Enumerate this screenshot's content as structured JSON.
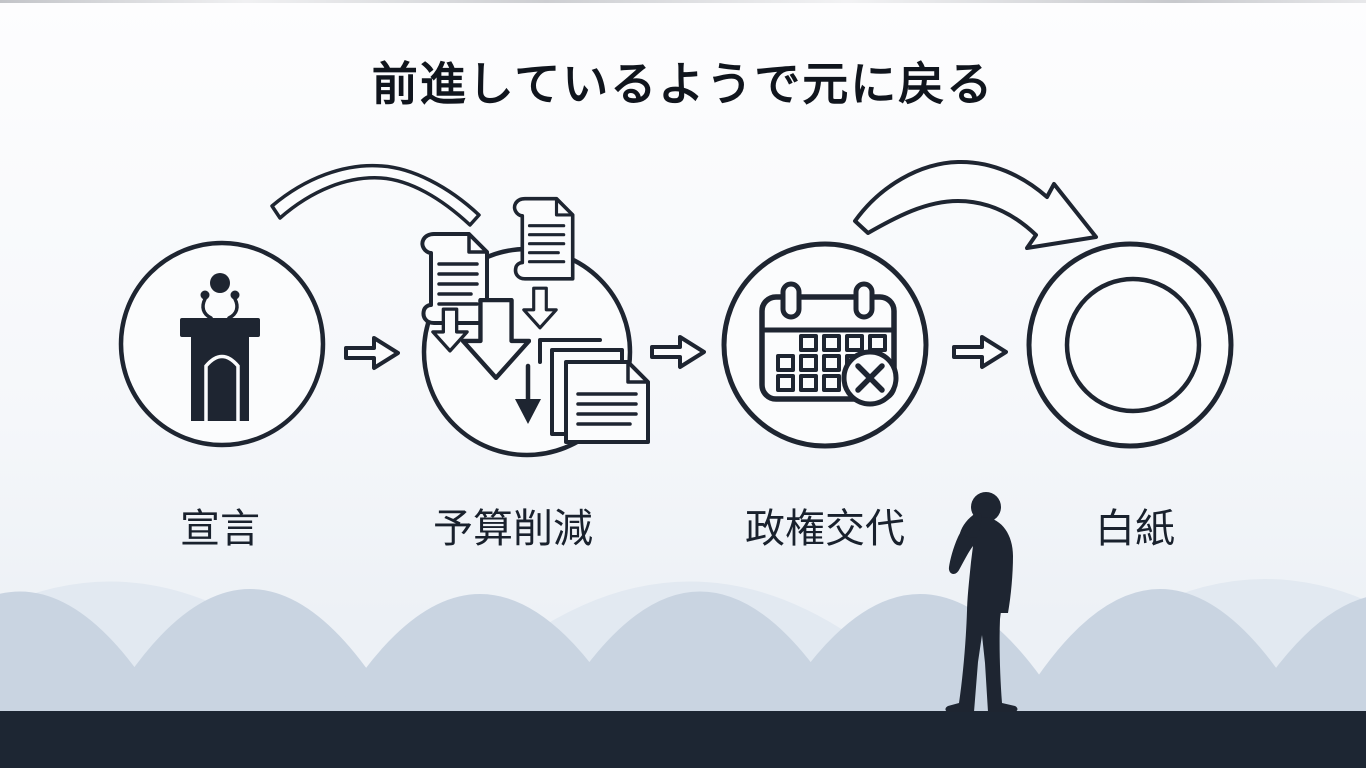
{
  "slide": {
    "title": "前進しているようで元に戻る"
  },
  "steps": [
    {
      "label": "宣言",
      "icon": "podium-icon"
    },
    {
      "label": "予算削減",
      "icon": "falling-documents-icon"
    },
    {
      "label": "政権交代",
      "icon": "calendar-cancelled-icon"
    },
    {
      "label": "白紙",
      "icon": "blank-ring-icon"
    }
  ],
  "decor": {
    "figure": "thinking-person-silhouette",
    "colors": {
      "ink": "#1e2531",
      "band": "#1d2633",
      "paper": "#fbfcfd",
      "hill_front": "#c9d4e1",
      "hill_back": "#e2e9f1",
      "bg_top": "#fdfdfe",
      "bg_bottom": "#edf1f6",
      "label": "#19212d"
    }
  }
}
